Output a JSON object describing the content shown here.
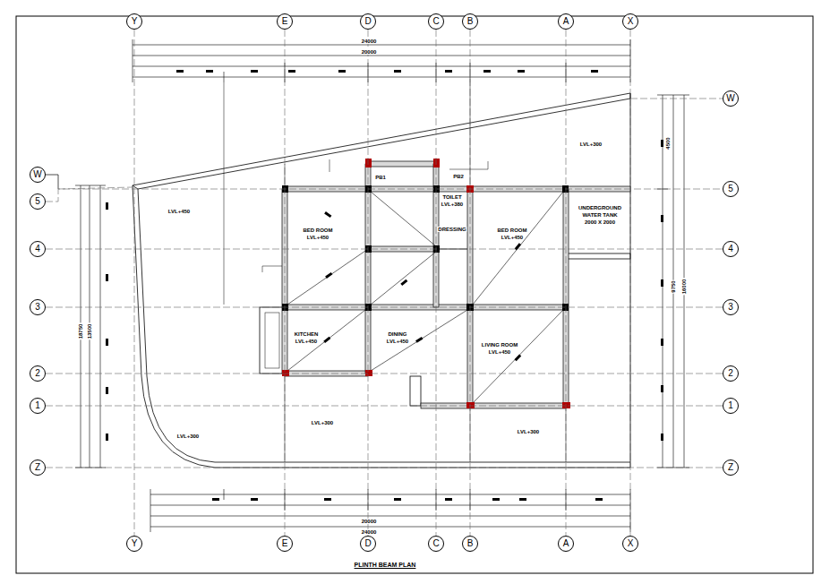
{
  "diagram": {
    "title": "PLINTH BEAM PLAN",
    "nodes": [
      {
        "text": [
          "Y"
        ]
      },
      {
        "text": [
          "E"
        ]
      },
      {
        "text": [
          "D"
        ]
      },
      {
        "text": [
          "C"
        ]
      },
      {
        "text": [
          "B"
        ]
      },
      {
        "text": [
          "A"
        ]
      },
      {
        "text": [
          "X"
        ]
      },
      {
        "text": [
          "W"
        ]
      },
      {
        "text": [
          "5"
        ]
      },
      {
        "text": [
          "4"
        ]
      },
      {
        "text": [
          "3"
        ]
      },
      {
        "text": [
          "2"
        ]
      },
      {
        "text": [
          "1"
        ]
      },
      {
        "text": [
          "Z"
        ]
      },
      {
        "text": [
          "W"
        ]
      },
      {
        "text": [
          "5"
        ]
      },
      {
        "text": [
          "4"
        ]
      },
      {
        "text": [
          "3"
        ]
      },
      {
        "text": [
          "2"
        ]
      },
      {
        "text": [
          "1"
        ]
      },
      {
        "text": [
          "Z"
        ]
      },
      {
        "text": [
          "Y"
        ]
      },
      {
        "text": [
          "E"
        ]
      },
      {
        "text": [
          "D"
        ]
      },
      {
        "text": [
          "C"
        ]
      },
      {
        "text": [
          "B"
        ]
      },
      {
        "text": [
          "A"
        ]
      },
      {
        "text": [
          "X"
        ]
      }
    ],
    "edges": [
      {
        "from": 0,
        "to": 21,
        "arrow": "none"
      },
      {
        "from": 1,
        "to": 22,
        "arrow": "none"
      },
      {
        "from": 2,
        "to": 23,
        "arrow": "none"
      },
      {
        "from": 3,
        "to": 24,
        "arrow": "none"
      },
      {
        "from": 4,
        "to": 25,
        "arrow": "none"
      },
      {
        "from": 5,
        "to": 26,
        "arrow": "none"
      },
      {
        "from": 6,
        "to": 27,
        "arrow": "none"
      },
      {
        "from": 8,
        "to": 15,
        "arrow": "none"
      },
      {
        "from": 9,
        "to": 16,
        "arrow": "none"
      },
      {
        "from": 10,
        "to": 17,
        "arrow": "none"
      },
      {
        "from": 11,
        "to": 18,
        "arrow": "none"
      },
      {
        "from": 12,
        "to": 19,
        "arrow": "none"
      },
      {
        "from": 13,
        "to": 20,
        "arrow": "none"
      }
    ],
    "labels": [
      "24000",
      "20000",
      "20000",
      "24000",
      "LVL+300",
      "LVL+450",
      "BED ROOM",
      "LVL+450",
      "TOILET",
      "LVL+380",
      "DRESSING",
      "BED ROOM",
      "LVL+450",
      "UNDERGROUND",
      "WATER TANK",
      "2000 X 2000",
      "KITCHEN",
      "LVL+450",
      "DINING",
      "LVL+450",
      "LIVING ROOM",
      "LVL+450",
      "LVL+300",
      "LVL+300",
      "LVL+300",
      "PB1",
      "PB2",
      "4500",
      "9750",
      "16000",
      "18750",
      "13500"
    ]
  }
}
